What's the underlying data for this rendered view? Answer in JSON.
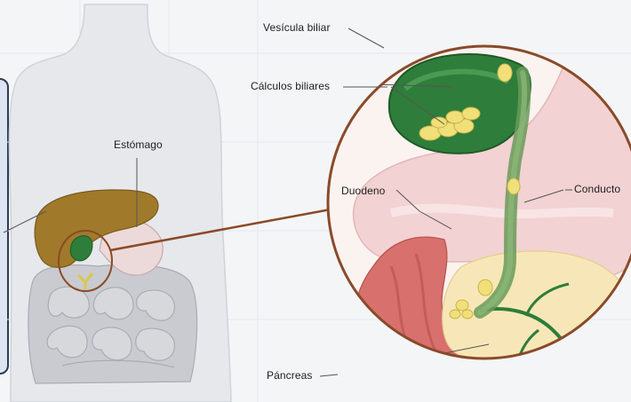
{
  "labels": {
    "gallbladder": "Vesícula biliar",
    "gallstones": "Cálculos biliares",
    "stomach": "Estómago",
    "duodenum": "Duodeno",
    "duct": "Conducto",
    "pancreas": "Páncreas"
  },
  "colors": {
    "background": "#f4f5f7",
    "body": "#e6e8ec",
    "liver": "#a07a2a",
    "gallbladder": "#2e7d3a",
    "stones": "#f1df7a",
    "stomach": "#f2d2d2",
    "pancreas": "#f7e7b8",
    "intestine_red": "#d8706e",
    "leader_line": "#8a4a28"
  }
}
